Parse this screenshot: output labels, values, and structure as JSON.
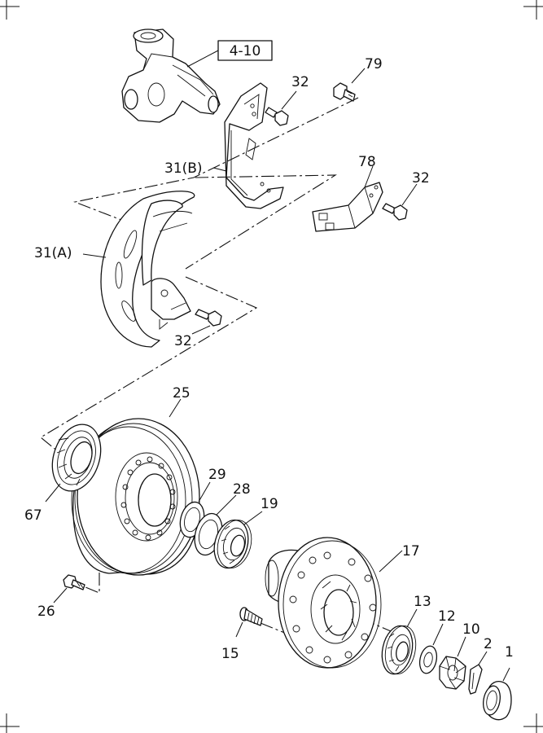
{
  "ref_box": "4-10",
  "labels": {
    "l79": "79",
    "l32a": "32",
    "l31b": "31(B)",
    "l78": "78",
    "l32b": "32",
    "l31a": "31(A)",
    "l32c": "32",
    "l25": "25",
    "l29": "29",
    "l28": "28",
    "l19": "19",
    "l67": "67",
    "l17": "17",
    "l26": "26",
    "l13": "13",
    "l12": "12",
    "l10": "10",
    "l2": "2",
    "l1": "1",
    "l15": "15"
  }
}
